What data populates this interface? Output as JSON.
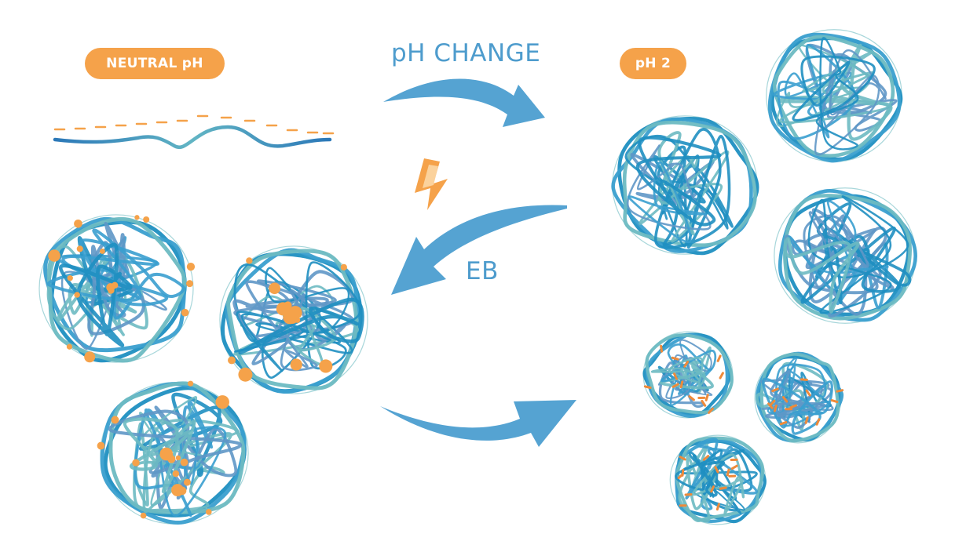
{
  "labels": {
    "neutral_ph": "NEUTRAL pH",
    "ph2": "pH 2",
    "ph_change": "pH CHANGE",
    "eb": "EB"
  },
  "colors": {
    "orange": "#f5a24a",
    "blue_arrow": "#55a3d2",
    "blue_dark": "#1f8fc1",
    "blue_mid": "#3a9fcf",
    "teal": "#6dbac2",
    "slate": "#5f97c7",
    "crosslink": "#ee8a3a"
  },
  "icons": {
    "energy": "lightning-bolt-icon"
  }
}
